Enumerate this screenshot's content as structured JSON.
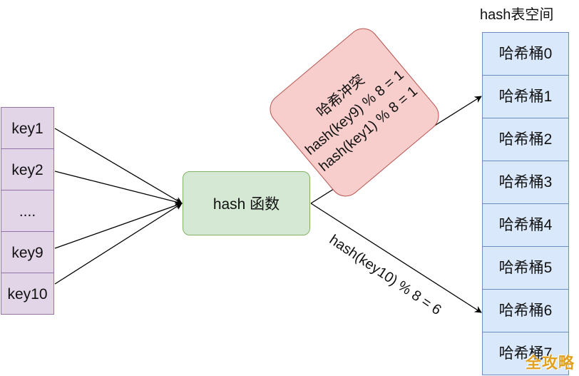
{
  "keys": [
    "key1",
    "key2",
    "....",
    "key9",
    "key10"
  ],
  "hash_function": "hash 函数",
  "hash_space": {
    "title": "hash表空间",
    "buckets": [
      "哈希桶0",
      "哈希桶1",
      "哈希桶2",
      "哈希桶3",
      "哈希桶4",
      "哈希桶5",
      "哈希桶6",
      "哈希桶7"
    ]
  },
  "collision": {
    "title": "哈希冲突",
    "line1": "hash(key9) % 8 = 1",
    "line2": "hash(key1) % 8 = 1"
  },
  "mapping_label": "hash(key10) % 8 = 6",
  "watermark": "全攻略"
}
